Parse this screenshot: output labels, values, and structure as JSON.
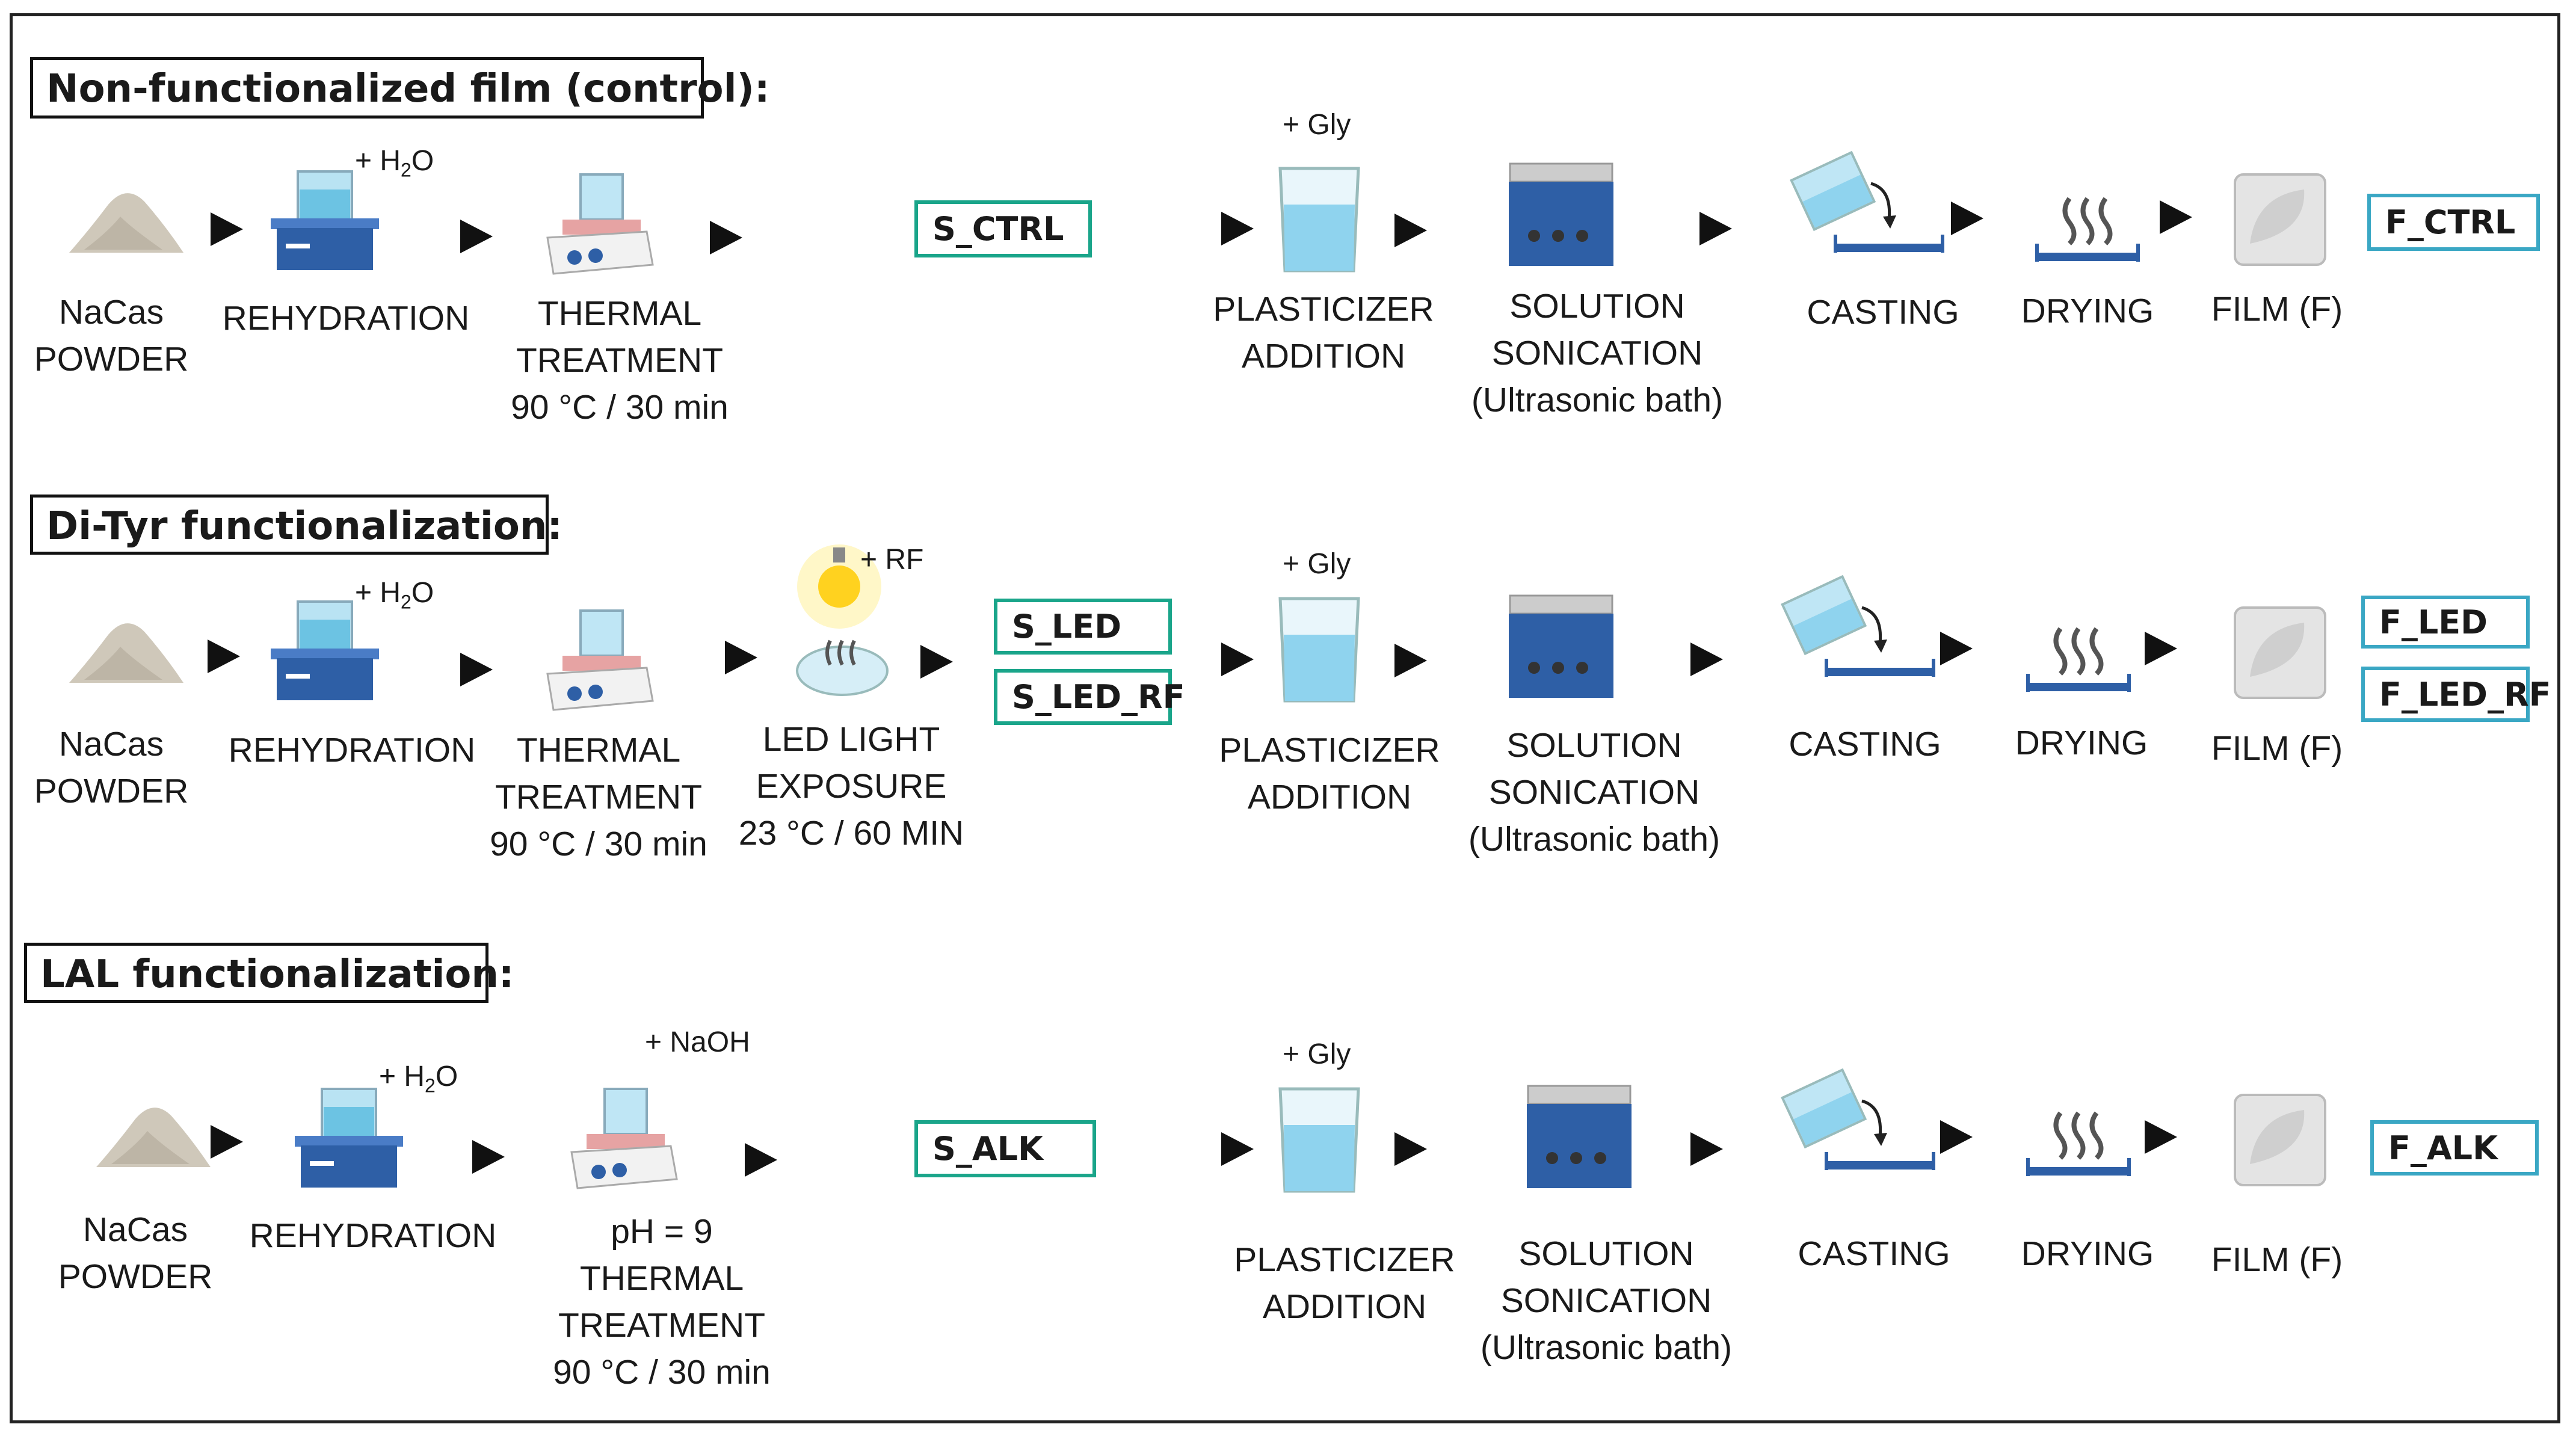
{
  "sections": [
    {
      "title": "Non-functionalized film (control):",
      "steps": {
        "powder": "NaCas\nPOWDER",
        "rehydration": "REHYDRATION",
        "thermal": "THERMAL\nTREATMENT\n90 °C / 30 min",
        "plasticizer": "PLASTICIZER\nADDITION",
        "sonication": "SOLUTION\nSONICATION\n(Ultrasonic bath)",
        "casting": "CASTING",
        "drying": "DRYING",
        "film": "FILM (F)"
      },
      "additions": {
        "water": "+ H",
        "water_sub": "2",
        "water_end": "O",
        "gly": "+ Gly"
      },
      "solution_tags": [
        "S_CTRL"
      ],
      "film_tags": [
        "F_CTRL"
      ]
    },
    {
      "title": "Di-Tyr functionalization:",
      "steps": {
        "powder": "NaCas\nPOWDER",
        "rehydration": "REHYDRATION",
        "thermal": "THERMAL\nTREATMENT\n90 °C / 30 min",
        "led": "LED LIGHT\nEXPOSURE\n23 °C / 60 MIN",
        "plasticizer": "PLASTICIZER\nADDITION",
        "sonication": "SOLUTION\nSONICATION\n(Ultrasonic bath)",
        "casting": "CASTING",
        "drying": "DRYING",
        "film": "FILM (F)"
      },
      "additions": {
        "water": "+ H",
        "water_sub": "2",
        "water_end": "O",
        "rf": "+ RF",
        "gly": "+ Gly"
      },
      "solution_tags": [
        "S_LED",
        "S_LED_RF"
      ],
      "film_tags": [
        "F_LED",
        "F_LED_RF"
      ]
    },
    {
      "title": "LAL functionalization:",
      "steps": {
        "powder": "NaCas\nPOWDER",
        "rehydration": "REHYDRATION",
        "thermal": "pH = 9\nTHERMAL\nTREATMENT\n90 °C / 30 min",
        "plasticizer": "PLASTICIZER\nADDITION",
        "sonication": "SOLUTION\nSONICATION\n(Ultrasonic bath)",
        "casting": "CASTING",
        "drying": "DRYING",
        "film": "FILM (F)"
      },
      "additions": {
        "water": "+ H",
        "water_sub": "2",
        "water_end": "O",
        "naoh": "+ NaOH",
        "gly": "+ Gly"
      },
      "solution_tags": [
        "S_ALK"
      ],
      "film_tags": [
        "F_ALK"
      ]
    }
  ],
  "colors": {
    "solution_tag_border": "#1aa58a",
    "film_tag_border": "#3aa7c4",
    "device_blue": "#2e5fa6",
    "water_blue": "#8fd3ee",
    "hotplate_pink": "#e6a3a3",
    "bulb_yellow": "#ffd21f"
  },
  "icons": [
    "powder-pile-icon",
    "magnetic-stirrer-icon",
    "hotplate-beaker-icon",
    "led-bulb-icon",
    "beaker-icon",
    "ultrasonic-bath-icon",
    "pouring-cup-icon",
    "drying-tray-icon",
    "film-sheet-icon",
    "arrow-right-icon"
  ]
}
